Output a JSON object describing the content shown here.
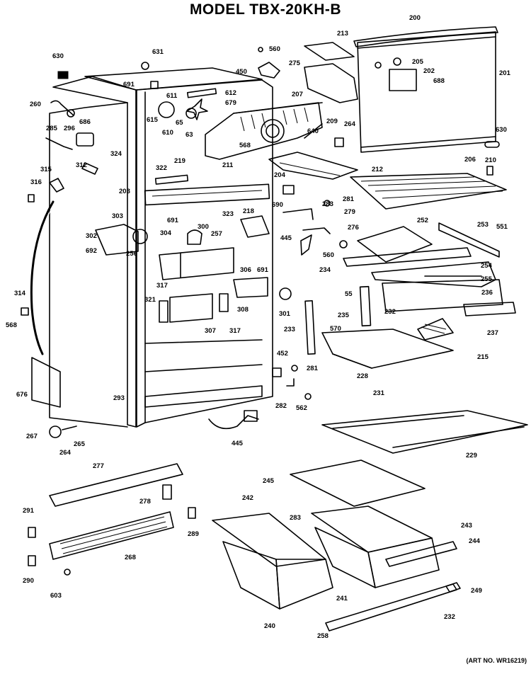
{
  "title": "MODEL TBX-20KH-B",
  "art_number": "(ART NO. WR16219)",
  "callouts": [
    "200",
    "213",
    "560",
    "275",
    "450",
    "205",
    "202",
    "688",
    "201",
    "207",
    "264",
    "209",
    "630",
    "206",
    "210",
    "631",
    "630",
    "691",
    "611",
    "612",
    "679",
    "615",
    "65",
    "63",
    "640",
    "568",
    "260",
    "296",
    "285",
    "686",
    "324",
    "610",
    "219",
    "322",
    "211",
    "204",
    "212",
    "315",
    "316",
    "312",
    "203",
    "218",
    "281",
    "283",
    "279",
    "690",
    "276",
    "303",
    "691",
    "302",
    "304",
    "300",
    "257",
    "323",
    "445",
    "692",
    "256",
    "306",
    "560",
    "234",
    "252",
    "253",
    "551",
    "254",
    "255",
    "236",
    "691",
    "317",
    "321",
    "308",
    "301",
    "55",
    "235",
    "232",
    "570",
    "233",
    "237",
    "215",
    "314",
    "568",
    "307",
    "317",
    "228",
    "452",
    "281",
    "282",
    "562",
    "676",
    "293",
    "231",
    "229",
    "267",
    "264",
    "265",
    "445",
    "277",
    "245",
    "278",
    "242",
    "283",
    "243",
    "244",
    "291",
    "289",
    "268",
    "290",
    "603",
    "241",
    "249",
    "240",
    "232",
    "258"
  ]
}
